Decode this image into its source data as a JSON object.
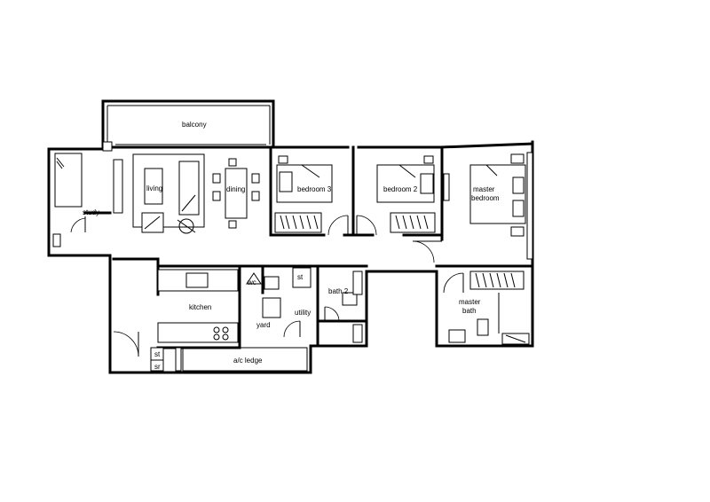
{
  "rooms": {
    "balcony": "balcony",
    "study": "study",
    "living": "living",
    "dining": "dining",
    "bedroom3": "bedroom 3",
    "bedroom2": "bedroom 2",
    "master_bedroom_line1": "master",
    "master_bedroom_line2": "bedroom",
    "kitchen": "kitchen",
    "wc": "wc",
    "yard": "yard",
    "st_upper": "st",
    "utility": "utility",
    "bath2": "bath 2",
    "master_bath_line1": "master",
    "master_bath_line2": "bath",
    "st_lower": "st",
    "sr": "sr",
    "ac_ledge": "a/c ledge"
  },
  "colors": {
    "line": "#000000",
    "background": "#ffffff"
  }
}
